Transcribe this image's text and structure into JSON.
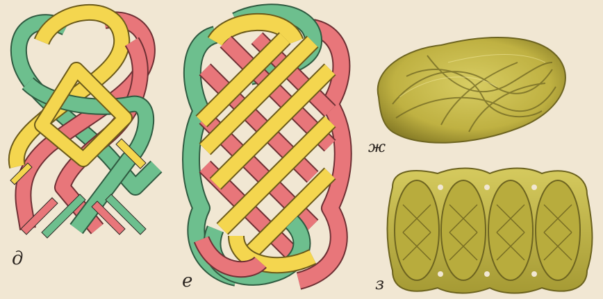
{
  "labels": {
    "d": "д",
    "e": "е",
    "zh": "ж",
    "z": "з"
  },
  "colors": {
    "background": "#f1e7d3",
    "strand_green": "#6dbf8e",
    "strand_pink": "#e8767a",
    "strand_yellow": "#f4d64f",
    "rope_yellow": "#c8b94a",
    "rope_shadow": "#7d7424"
  }
}
